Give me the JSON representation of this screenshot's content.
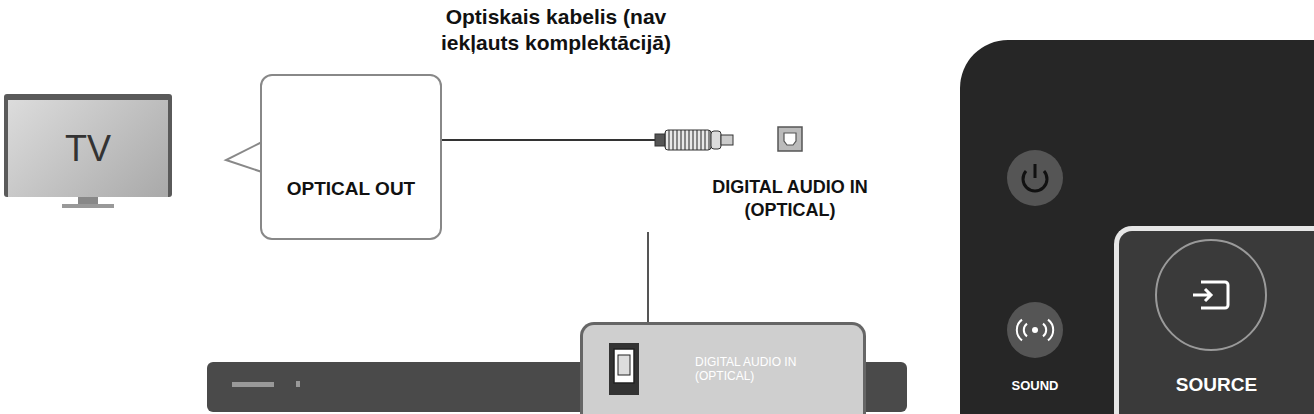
{
  "diagram": {
    "nodes": [
      {
        "text": [
          "TV"
        ]
      },
      {
        "text": [
          "OPTICAL OUT"
        ]
      },
      {
        "text": [
          "DIGITAL AUDIO IN (OPTICAL)"
        ]
      },
      {
        "text": [
          "SOUND"
        ]
      },
      {
        "text": [
          "SOURCE"
        ]
      }
    ],
    "labels": [
      "Optiskais kabelis (nav iekļauts komplektācijā)",
      "DIGITAL AUDIO IN (OPTICAL)"
    ]
  }
}
